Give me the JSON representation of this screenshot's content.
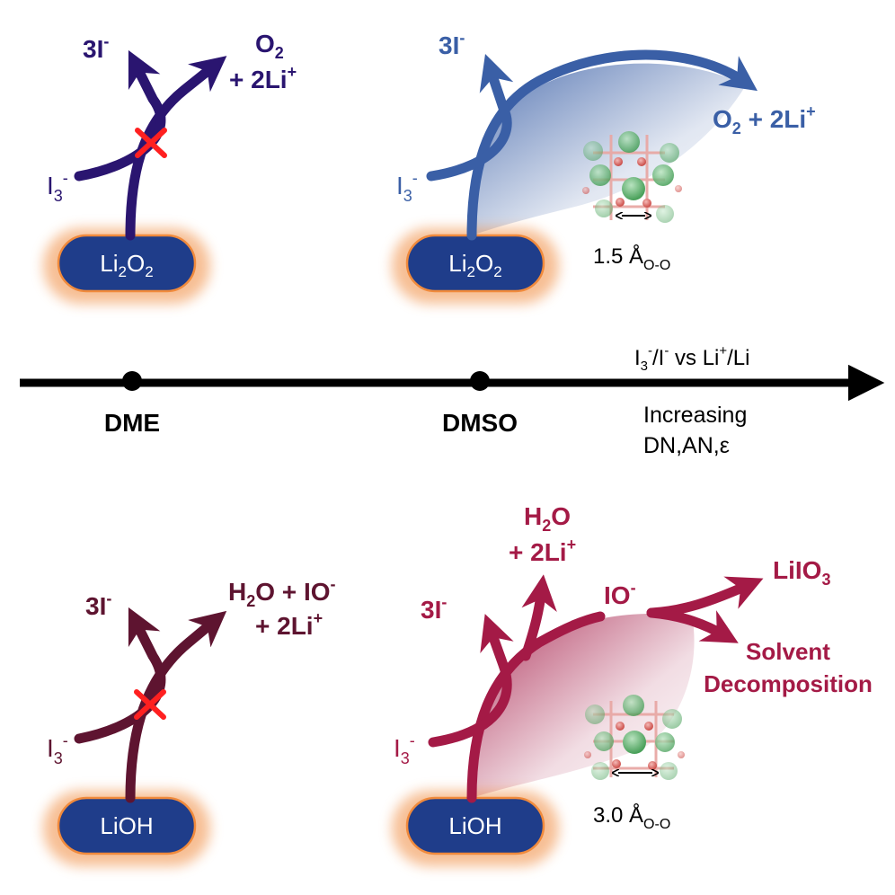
{
  "colors": {
    "dme_top": "#2a1570",
    "dmso_top": "#3a5fa6",
    "dme_bottom": "#5e1430",
    "dmso_bottom": "#a41a46",
    "pill_fill": "#1f3d8a",
    "pill_glow": "#f08a3c",
    "cross": "#ff2020",
    "axis": "#000000",
    "atom_green": "#5ab86a",
    "atom_red": "#d9534f"
  },
  "axis": {
    "solvents": [
      "DME",
      "DMSO"
    ],
    "potential_label": {
      "main": "I",
      "sub": "3",
      "sup": "-",
      "rest": "/I",
      "sup2": "-",
      "tail": " vs Li",
      "sup3": "+",
      "end": "/Li"
    },
    "trend_line1": "Increasing",
    "trend_line2": "DN,AN,ε"
  },
  "top_left": {
    "substrate": {
      "base": "Li",
      "sub1": "2",
      "mid": "O",
      "sub2": "2"
    },
    "reactant": {
      "base": "I",
      "sub": "3",
      "sup": "-"
    },
    "product_left": {
      "base": "3I",
      "sup": "-"
    },
    "product_right_line1": {
      "base": "O",
      "sub": "2"
    },
    "product_right_line2": {
      "base": "+ 2Li",
      "sup": "+"
    }
  },
  "top_right": {
    "substrate": {
      "base": "Li",
      "sub1": "2",
      "mid": "O",
      "sub2": "2"
    },
    "reactant": {
      "base": "I",
      "sub": "3",
      "sup": "-"
    },
    "product_left": {
      "base": "3I",
      "sup": "-"
    },
    "product_right": {
      "a": "O",
      "sub": "2",
      "b": " + 2Li",
      "sup": "+"
    },
    "distance": {
      "value": "1.5 Å",
      "sub": "O-O"
    }
  },
  "bottom_left": {
    "substrate": "LiOH",
    "reactant": {
      "base": "I",
      "sub": "3",
      "sup": "-"
    },
    "product_left": {
      "base": "3I",
      "sup": "-"
    },
    "product_right_line1": {
      "base": "H",
      "sub": "2",
      "rest": "O + IO",
      "sup": "-"
    },
    "product_right_line2": {
      "base": "+ 2Li",
      "sup": "+"
    }
  },
  "bottom_right": {
    "substrate": "LiOH",
    "reactant": {
      "base": "I",
      "sub": "3",
      "sup": "-"
    },
    "product_left": {
      "base": "3I",
      "sup": "-"
    },
    "product_top_line1": {
      "base": "H",
      "sub": "2",
      "rest": "O"
    },
    "product_top_line2": {
      "base": "+ 2Li",
      "sup": "+"
    },
    "intermediate": {
      "base": "IO",
      "sup": "-"
    },
    "product_right1": {
      "base": "LiIO",
      "sub": "3"
    },
    "product_right2_line1": "Solvent",
    "product_right2_line2": "Decomposition",
    "distance": {
      "value": "3.0 Å",
      "sub": "O-O"
    }
  }
}
